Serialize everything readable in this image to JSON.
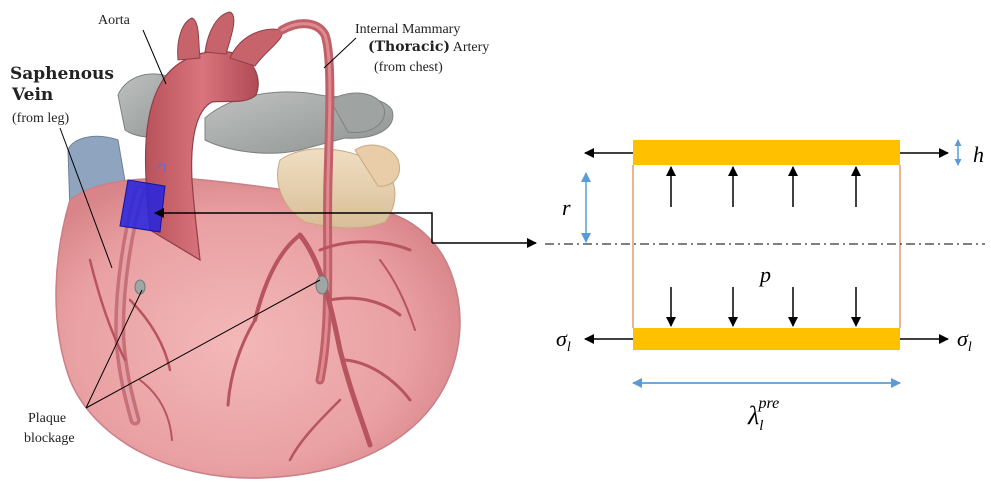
{
  "heart_labels": {
    "aorta": "Aorta",
    "mammary_line1": "Internal Mammary",
    "mammary_line2_bold": "(Thoracic)",
    "mammary_line2_rest": " Artery",
    "mammary_line3": "(from chest)",
    "saphenous_line1": "Saphenous",
    "saphenous_line2": "Vein",
    "saphenous_line3": "(from leg)",
    "plaque_line1": "Plaque",
    "plaque_line2": "blockage"
  },
  "model_labels": {
    "thickness": "h",
    "radius": "r",
    "pressure": "p",
    "stress_left": "σ",
    "stress_left_sub": "l",
    "stress_right": "σ",
    "stress_right_sub": "l",
    "prestretch": "λ",
    "prestretch_sub": "l",
    "prestretch_sup": "pre"
  },
  "colors": {
    "wall": "#FFC000",
    "dimension_arrow": "#5B9BD5",
    "graft_patch": "#2323E0",
    "heart_tissue": "#E9A0A2",
    "vessel": "#C9686E",
    "vessel_dark": "#9E4650",
    "outline": "#E08050"
  },
  "icons": [
    "heart-illustration",
    "vessel-wall-model",
    "connector-arrow"
  ]
}
